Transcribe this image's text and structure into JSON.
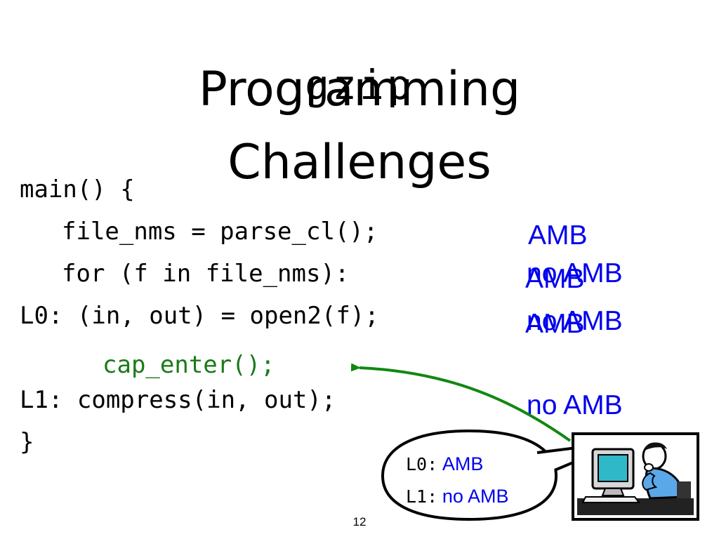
{
  "slide": {
    "background_title": "gzip",
    "title_line1": "Programming",
    "title_line2": "Challenges",
    "code": {
      "line1": "main() {",
      "line2": "file_nms = parse_cl();",
      "line3": "for (f in file_nms):",
      "line4": "L0: (in, out) = open2(f);",
      "inserted_line": "cap_enter();",
      "line5": "L1: compress(in, out);",
      "line6": "}"
    },
    "annotations": {
      "a1": "AMB",
      "a2_back": "AMB",
      "a2_front": "no AMB",
      "a3_back": "AMB",
      "a3_front": "no AMB",
      "a4": "no AMB"
    },
    "bubble": {
      "l0_key": "L0:",
      "l0_val": "AMB",
      "l1_key": "L1:",
      "l1_val": "no AMB"
    },
    "page_number": "12"
  },
  "colors": {
    "code": "#000000",
    "inserted_code": "#1a7a1a",
    "annotation": "#0000ee",
    "arrow": "#118811",
    "clipart_frame": "#000000",
    "clipart_monitor_screen": "#2fb8c8"
  },
  "icons": {
    "clipart": "programmer-at-computer-icon"
  }
}
